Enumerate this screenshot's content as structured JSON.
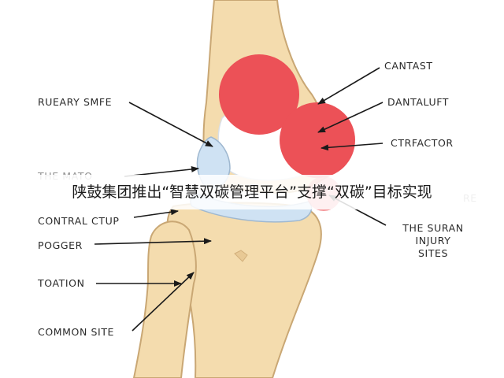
{
  "diagram": {
    "colors": {
      "bone_fill": "#f4dcae",
      "bone_stroke": "#c9a774",
      "red_circle": "#ec5157",
      "cartilage_blue": "#cfe2f3",
      "arrow": "#1a1a1a"
    },
    "labels": {
      "cantast": "CANTAST",
      "dantaluft": "DANTALUFT",
      "ctrfactor": "CTRFACTOR",
      "rueary_smfe": "RUEARY SMFE",
      "the_mato": "THE MATO",
      "re_partial": "RE",
      "contral_ctup": "CONTRAL CTUP",
      "pogger": "POGGER",
      "toation": "TOATION",
      "common_site": "COMMON SITE",
      "the_suran_line1": "THE SURAN",
      "the_suran_line2": "INJURY",
      "the_suran_line3": "SITES"
    }
  },
  "overlay": {
    "caption": "陕鼓集团推出“智慧双碳管理平台”支撑“双碳”目标实现"
  }
}
